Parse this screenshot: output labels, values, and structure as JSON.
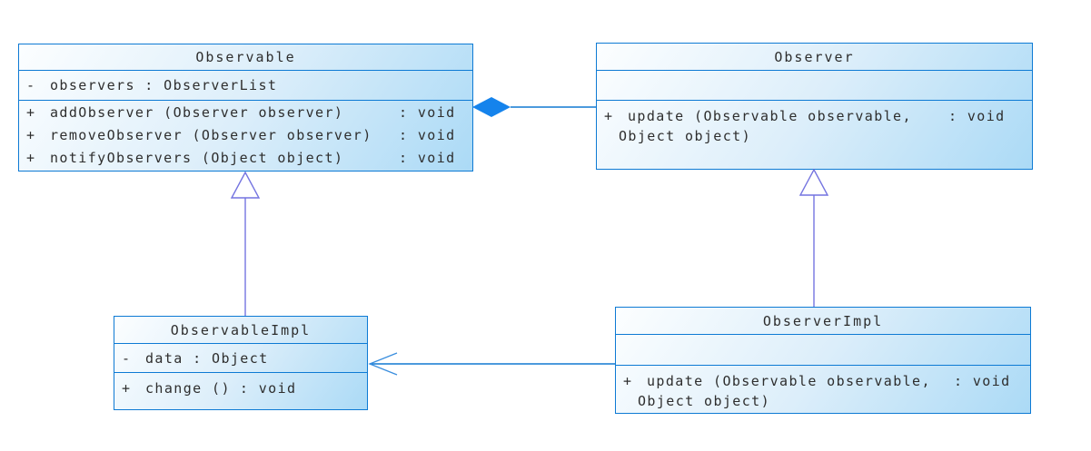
{
  "diagram": {
    "kind": "UML class diagram (Observer pattern)",
    "colors": {
      "background": "#ffffff",
      "box_border": "#0d7ad4",
      "box_fill_light": "#fcfeff",
      "box_fill_dark": "#abdaf6",
      "text": "#2e2e2e",
      "aggregation_diamond": "#1583ec",
      "generalization_line": "#7474e0",
      "association_line": "#1079d2"
    },
    "classes": [
      {
        "name": "Observable",
        "attributes": [
          {
            "vis": "-",
            "text": "observers : ObserverList"
          }
        ],
        "methods": [
          {
            "vis": "+",
            "lines": [
              "addObserver (Observer observer)"
            ],
            "returns": ": void"
          },
          {
            "vis": "+",
            "lines": [
              "removeObserver (Observer observer)"
            ],
            "returns": ": void"
          },
          {
            "vis": "+",
            "lines": [
              "notifyObservers (Object object)"
            ],
            "returns": ": void"
          }
        ]
      },
      {
        "name": "Observer",
        "attributes": [],
        "methods": [
          {
            "vis": "+",
            "lines": [
              "update (Observable observable,",
              "Object object)"
            ],
            "returns": ": void"
          }
        ]
      },
      {
        "name": "ObservableImpl",
        "attributes": [
          {
            "vis": "-",
            "text": "data : Object"
          }
        ],
        "methods": [
          {
            "vis": "+",
            "lines": [
              "change ()"
            ],
            "returns": ": void"
          }
        ]
      },
      {
        "name": "ObserverImpl",
        "attributes": [],
        "methods": [
          {
            "vis": "+",
            "lines": [
              "update (Observable observable,",
              "Object object)"
            ],
            "returns": ": void"
          }
        ]
      }
    ],
    "relationships": [
      {
        "type": "aggregation",
        "diamond_at": "Observable",
        "between": [
          "Observable",
          "Observer"
        ]
      },
      {
        "type": "generalization",
        "from": "ObservableImpl",
        "to": "Observable"
      },
      {
        "type": "generalization",
        "from": "ObserverImpl",
        "to": "Observer"
      },
      {
        "type": "association-arrow",
        "from": "ObserverImpl",
        "to": "ObservableImpl"
      }
    ]
  }
}
